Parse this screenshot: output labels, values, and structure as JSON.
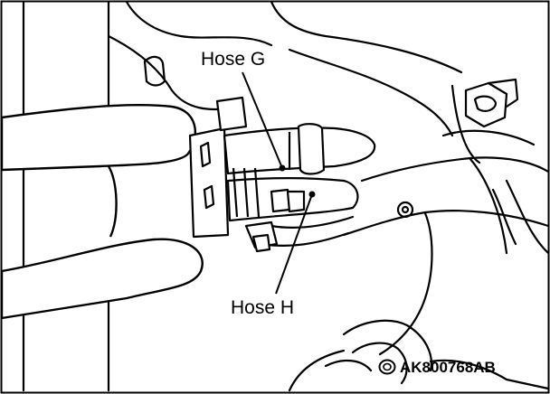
{
  "figure": {
    "labels": {
      "hose_g": "Hose G",
      "hose_h": "Hose H"
    },
    "figure_code": "AK800768AB",
    "figure_code_icon": "reference-mark-icon",
    "colors": {
      "ink": "#000000",
      "paper": "#ffffff"
    }
  }
}
